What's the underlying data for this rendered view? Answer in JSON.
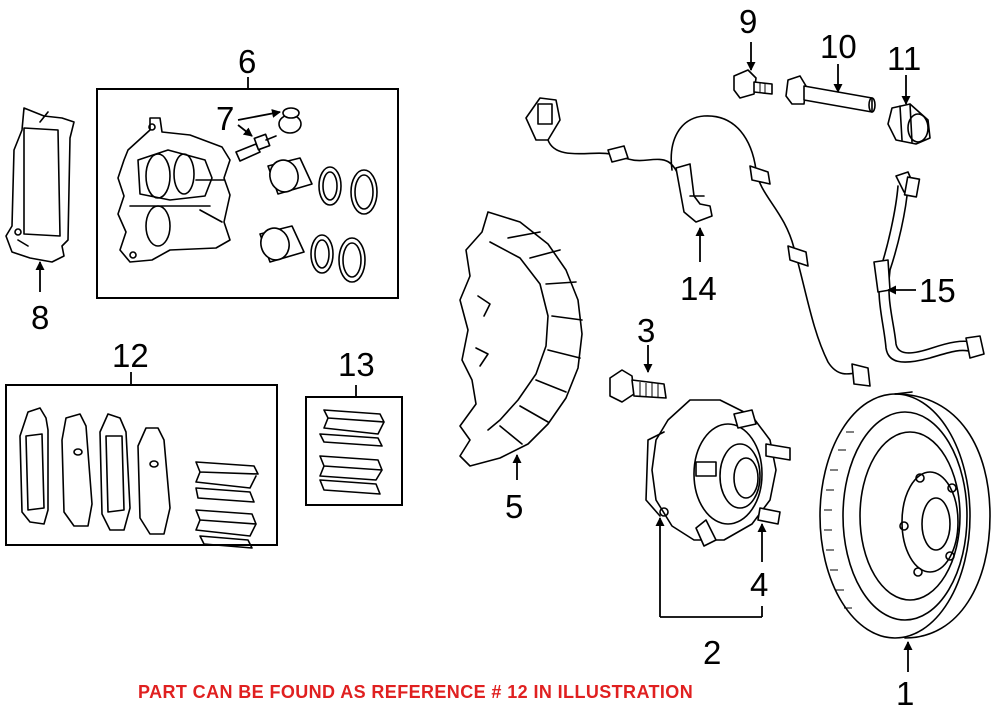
{
  "callouts": {
    "c1": "1",
    "c2": "2",
    "c3": "3",
    "c4": "4",
    "c5": "5",
    "c6": "6",
    "c7": "7",
    "c8": "8",
    "c9": "9",
    "c10": "10",
    "c11": "11",
    "c12": "12",
    "c13": "13",
    "c14": "14",
    "c15": "15"
  },
  "footer": {
    "note": "PART CAN BE FOUND AS REFERENCE # 12 IN ILLUSTRATION",
    "note_color": "#e02020"
  }
}
